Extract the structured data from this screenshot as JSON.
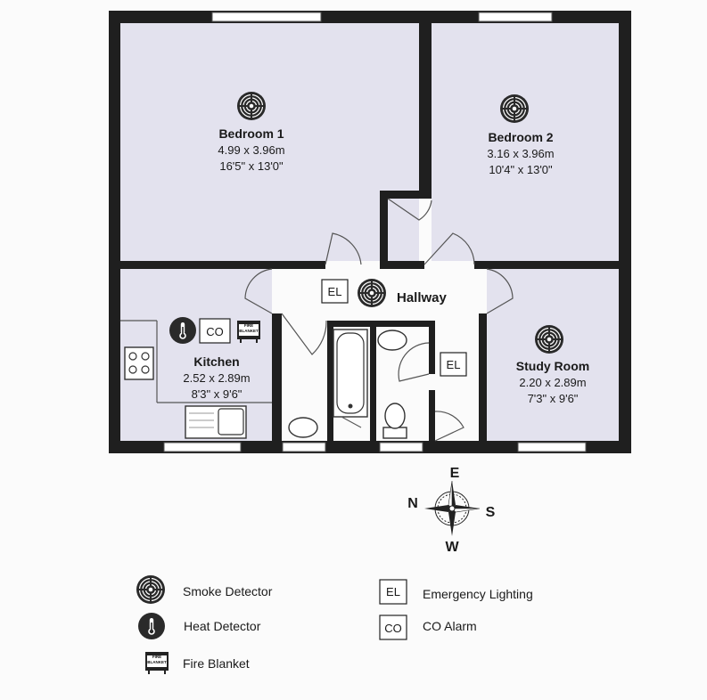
{
  "rooms": {
    "bedroom1": {
      "name": "Bedroom 1",
      "metric": "4.99 x 3.96m",
      "imperial": "16'5\" x 13'0\""
    },
    "bedroom2": {
      "name": "Bedroom 2",
      "metric": "3.16 x 3.96m",
      "imperial": "10'4\" x 13'0\""
    },
    "kitchen": {
      "name": "Kitchen",
      "metric": "2.52 x 2.89m",
      "imperial": "8'3\" x 9'6\""
    },
    "study": {
      "name": "Study Room",
      "metric": "2.20 x 2.89m",
      "imperial": "7'3\" x 9'6\""
    },
    "hallway": {
      "name": "Hallway"
    }
  },
  "markers": {
    "el": "EL",
    "co": "CO",
    "fire_blanket_line1": "FIRE",
    "fire_blanket_line2": "BLANKET"
  },
  "compass": {
    "top": "E",
    "left": "N",
    "right": "S",
    "bottom": "W"
  },
  "legend": {
    "smoke": "Smoke Detector",
    "heat": "Heat Detector",
    "fire_blanket": "Fire Blanket",
    "el_code": "EL",
    "el_label": "Emergency Lighting",
    "co_code": "CO",
    "co_label": "CO Alarm"
  },
  "icons": {
    "smoke": "smoke-detector-icon",
    "heat": "heat-detector-icon",
    "fire_blanket": "fire-blanket-icon"
  }
}
